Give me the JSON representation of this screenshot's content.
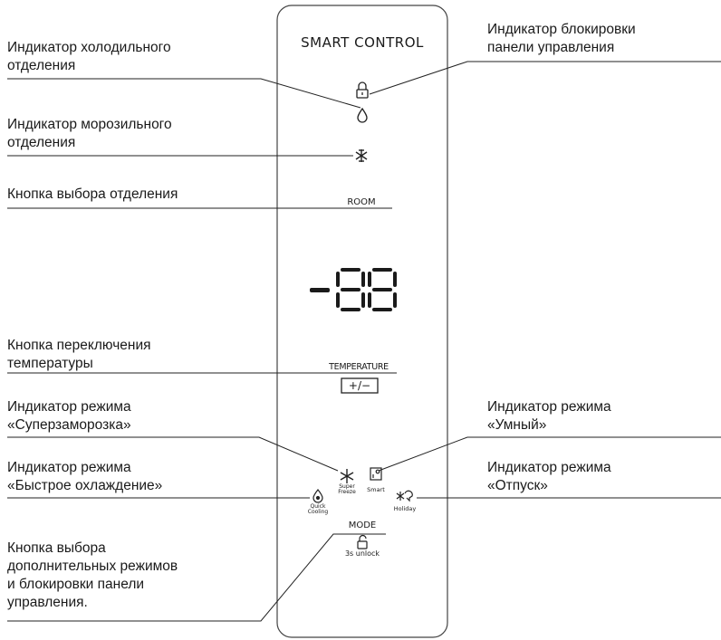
{
  "panel": {
    "title": "SMART CONTROL",
    "room_label": "ROOM",
    "display_value": "-88",
    "temperature_label": "TEMPERATURE",
    "temperature_button": "+/−",
    "super_freeze_label": "Super\nFreeze",
    "smart_label": "Smart",
    "quick_cooling_label": "Quick\nCooling",
    "holiday_label": "Holiday",
    "mode_label": "MODE",
    "unlock_label": "3s unlock"
  },
  "callouts": {
    "fridge_indicator": "Индикатор холодильного\nотделения",
    "freezer_indicator": "Индикатор морозильного\nотделения",
    "room_button": "Кнопка выбора отделения",
    "temperature_button": "Кнопка переключения\nтемпературы",
    "super_freeze": "Индикатор режима\n«Суперзаморозка»",
    "quick_cooling": "Индикатор режима\n«Быстрое охлаждение»",
    "mode_button": "Кнопка выбора\nдополнительных режимов\nи блокировки панели\nуправления.",
    "lock_indicator": "Индикатор блокировки\nпанели управления",
    "smart_mode": "Индикатор режима\n«Умный»",
    "holiday_mode": "Индикатор режима\n«Отпуск»"
  },
  "icons": [
    "lock-icon",
    "droplet-icon",
    "snowflake-icon",
    "super-freeze-icon",
    "smart-icon",
    "quick-cooling-icon",
    "holiday-icon",
    "unlock-icon"
  ]
}
